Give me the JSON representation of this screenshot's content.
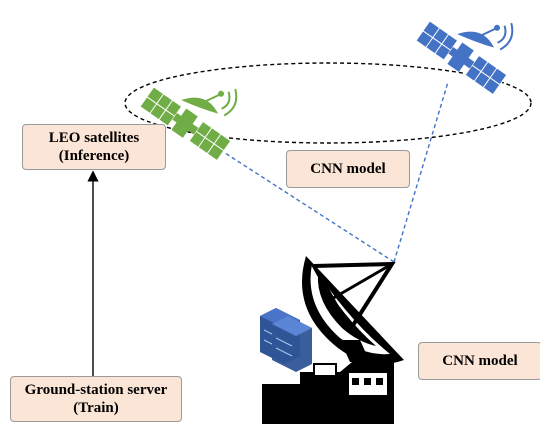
{
  "labels": {
    "leo_line1": "LEO satellites",
    "leo_line2": "(Inference)",
    "ground_line1": "Ground-station server",
    "ground_line2": "(Train)",
    "cnn_model_1": "CNN model",
    "cnn_model_2": "CNN model"
  },
  "colors": {
    "box_fill": "#fbe5d6",
    "box_border": "#9a9a9a",
    "green_satellite": "#70ad47",
    "blue_satellite": "#4472c4",
    "link_line": "#4472c4",
    "orbit": "#000000",
    "server": "#2f5597"
  },
  "icons": [
    "green-satellite-icon",
    "blue-satellite-icon",
    "satellite-dish-icon",
    "server-rack-icon"
  ]
}
